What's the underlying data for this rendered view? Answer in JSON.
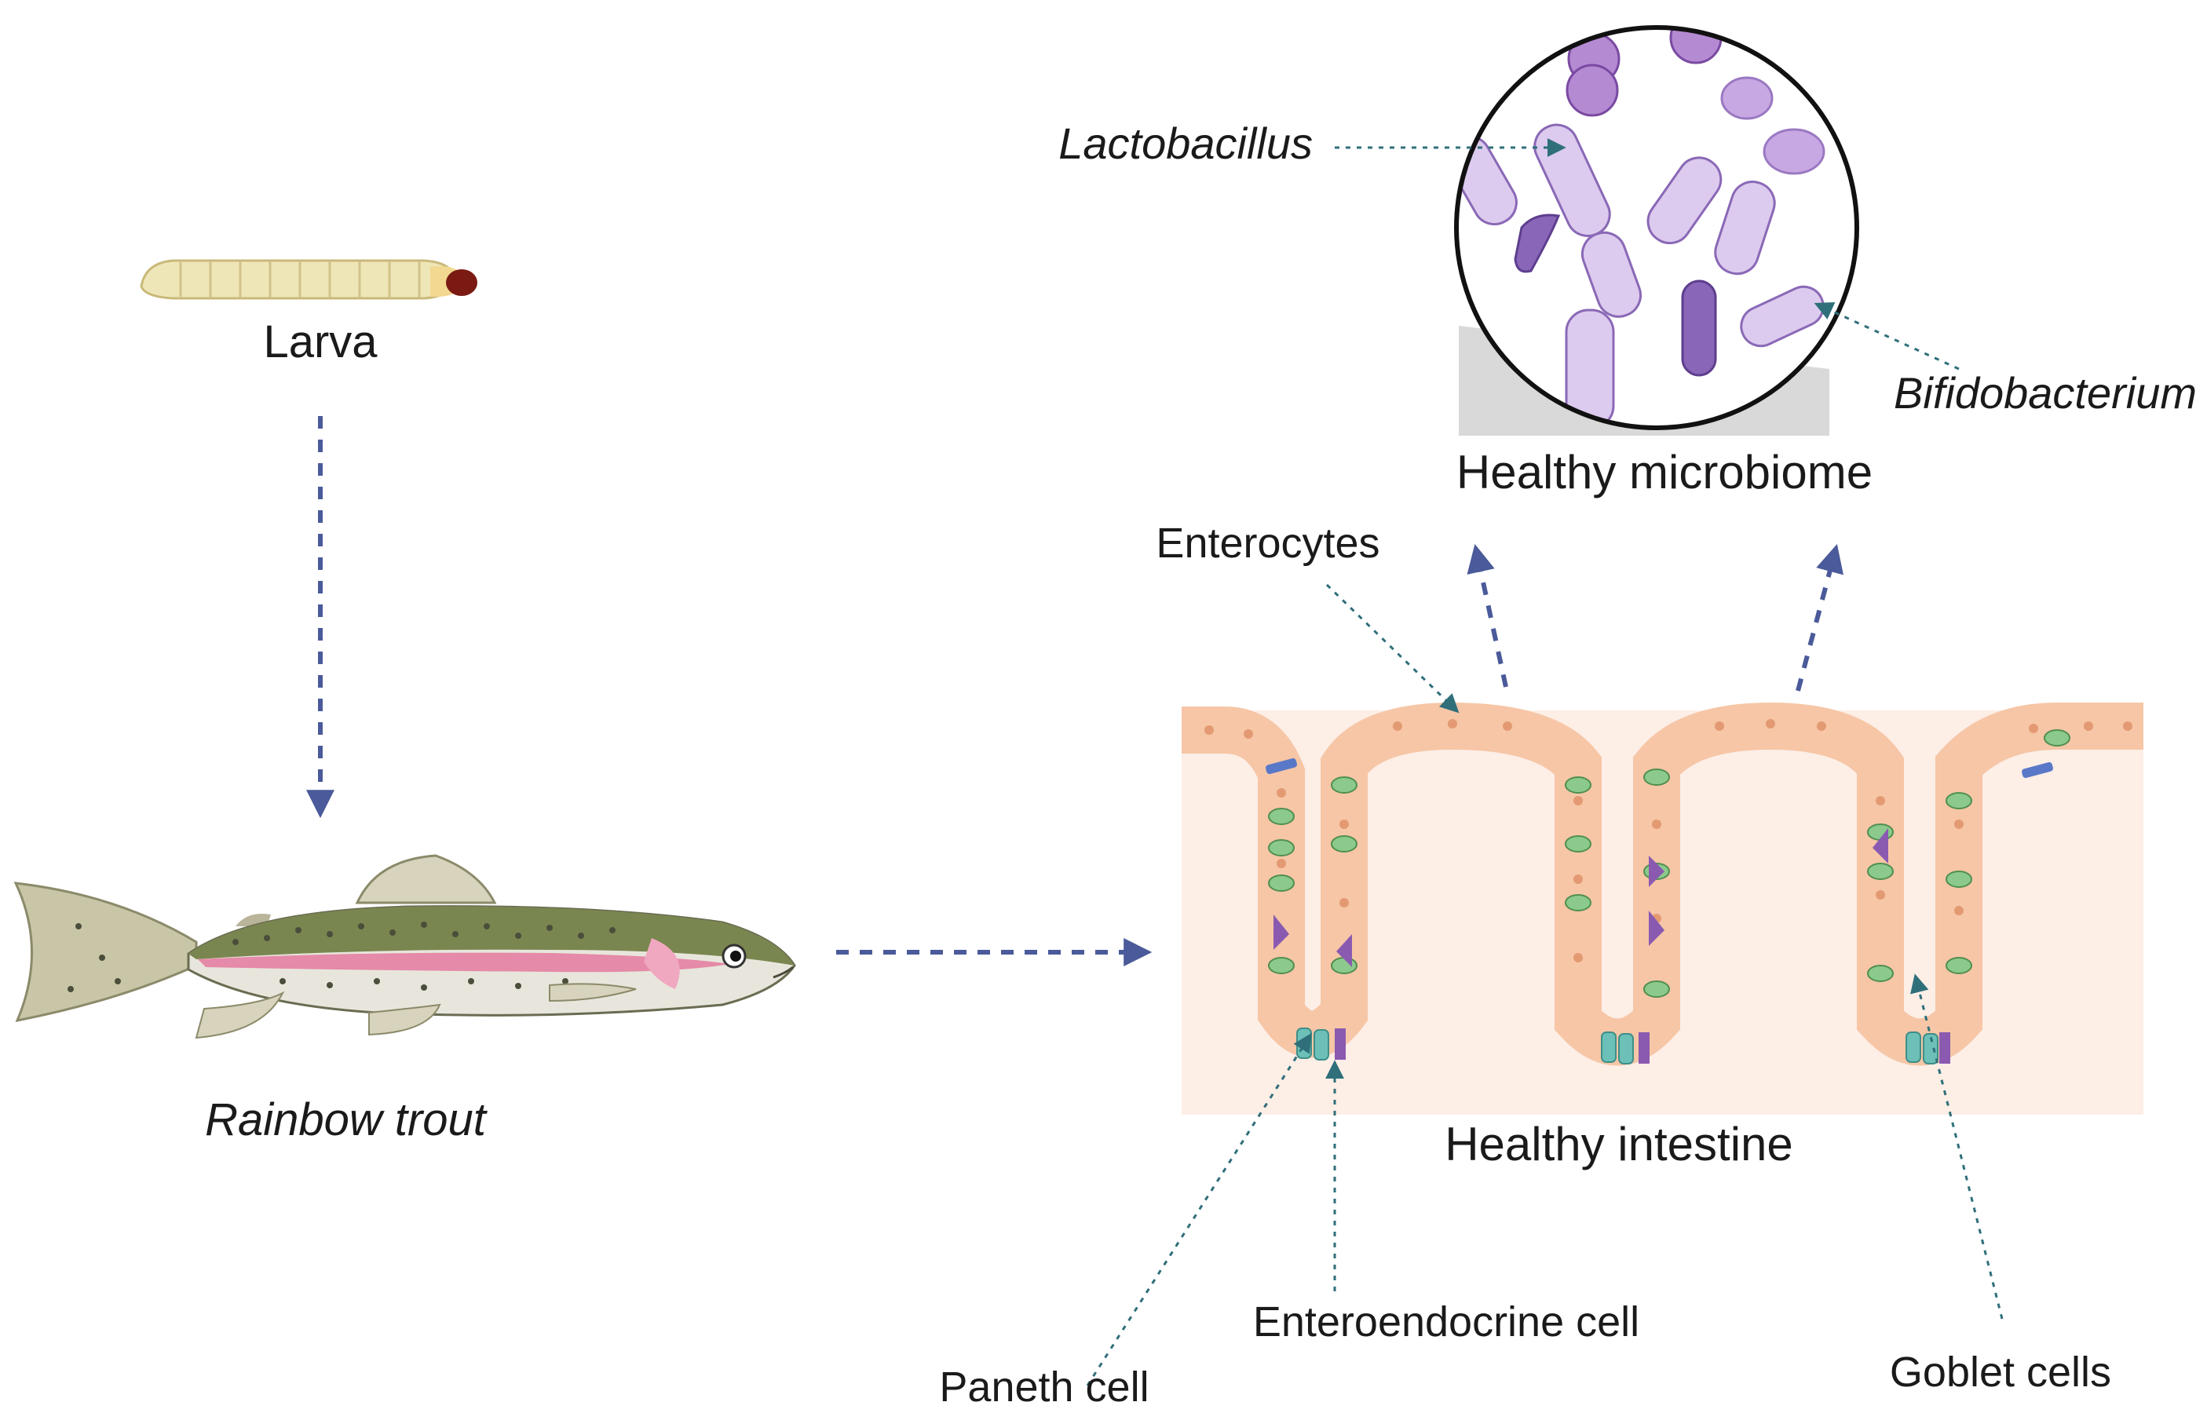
{
  "labels": {
    "larva": "Larva",
    "trout": "Rainbow trout",
    "lactobacillus": "Lactobacillus",
    "bifidobacterium": "Bifidobacterium",
    "microbiome": "Healthy microbiome",
    "enterocytes": "Enterocytes",
    "intestine": "Healthy intestine",
    "paneth": "Paneth cell",
    "enteroendocrine": "Enteroendocrine cell",
    "goblet": "Goblet cells"
  },
  "colors": {
    "flow_arrow": "#4a5a9a",
    "pointer": "#2f6f7a",
    "tissue": "#fdeee6",
    "epithelium": "#f6c6a6",
    "goblet_cell": "#8cc98c",
    "enteroendocrine_cell": "#8a5ab0",
    "paneth_cell": "#6cc0b8",
    "bacteria_light": "#d8c8ec",
    "bacteria_dark": "#8a66b8",
    "trout_back": "#7a8650",
    "trout_stripe": "#e58aa8",
    "larva_body": "#efe6b8"
  }
}
